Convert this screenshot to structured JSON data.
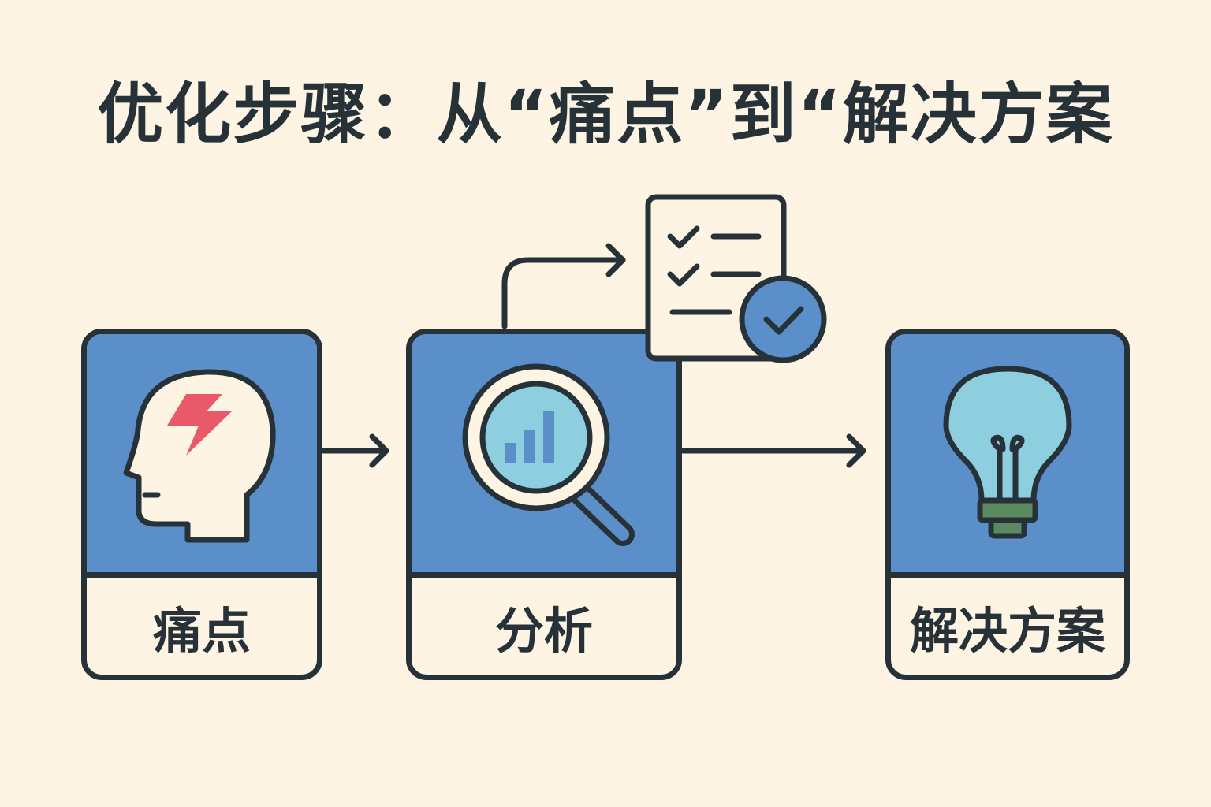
{
  "title": "优化步骤：从“痛点”到“解决方案",
  "steps": [
    {
      "label": "痛点",
      "icon": "head-pain-icon"
    },
    {
      "label": "分析",
      "icon": "magnifier-chart-icon"
    },
    {
      "label": "解决方案",
      "icon": "lightbulb-icon"
    }
  ],
  "extra_icon": "checklist-icon",
  "colors": {
    "background": "#fdf4e3",
    "blue": "#5b8fc9",
    "outline": "#263238",
    "light_blue": "#8ecfdf",
    "red": "#e85a6a",
    "green": "#5a8a5e"
  }
}
